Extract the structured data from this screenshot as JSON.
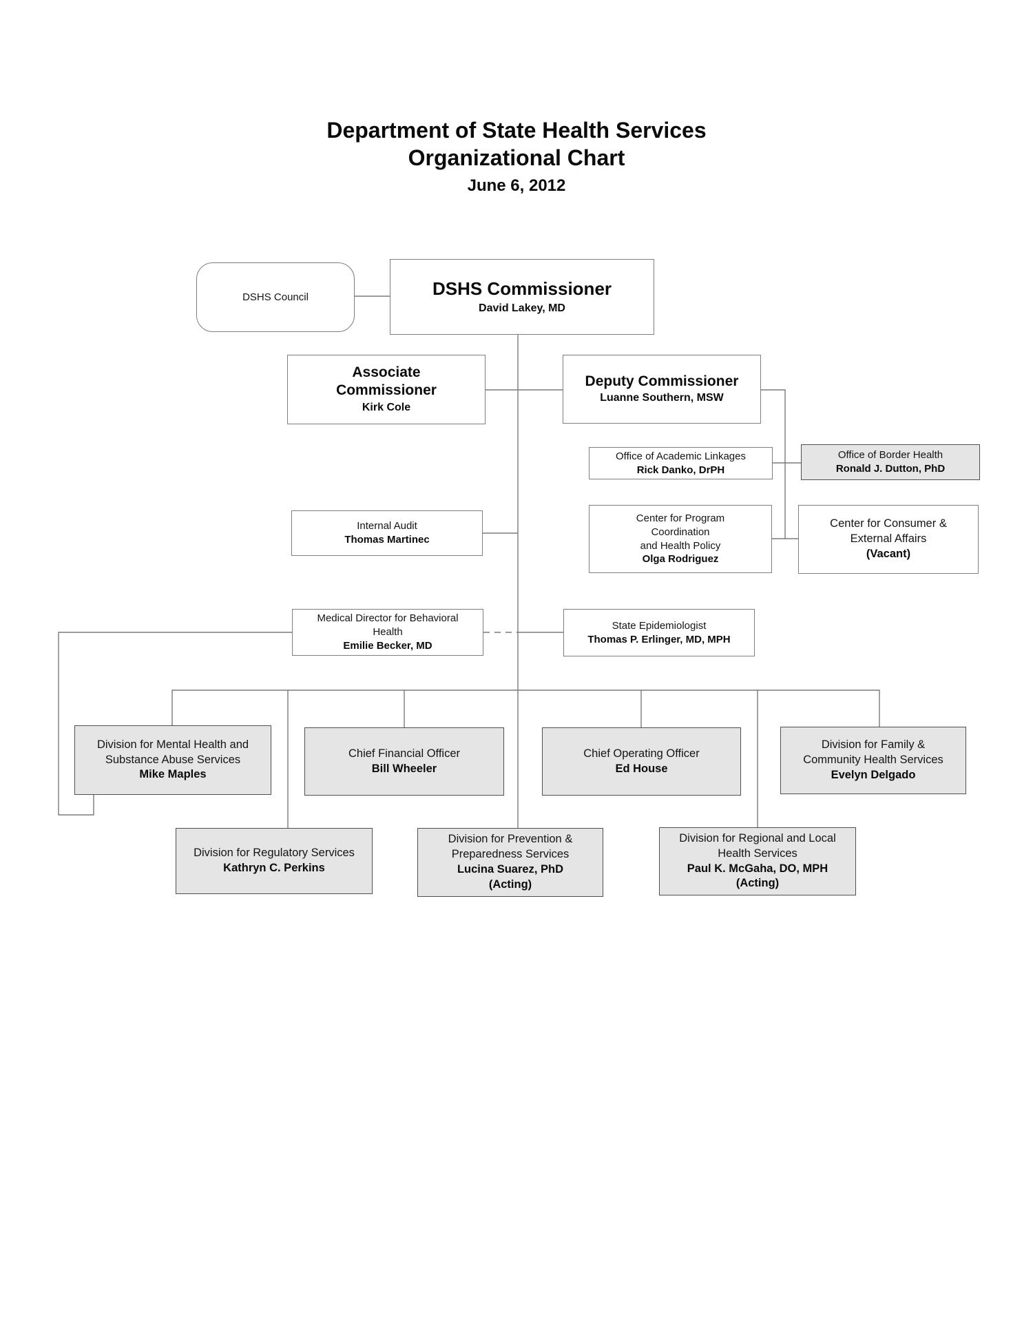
{
  "title": {
    "line1": "Department of State Health Services",
    "line2": "Organizational Chart",
    "date": "June 6, 2012"
  },
  "boxes": {
    "dshs_council": {
      "title_lines": [
        "DSHS Council"
      ]
    },
    "dshs_commissioner": {
      "title_lines": [
        "DSHS Commissioner"
      ],
      "name": "David Lakey, MD"
    },
    "associate_commissioner": {
      "title_lines": [
        "Associate",
        "Commissioner"
      ],
      "name": "Kirk Cole"
    },
    "deputy_commissioner": {
      "title_lines": [
        "Deputy Commissioner"
      ],
      "name": "Luanne Southern, MSW"
    },
    "office_academic_linkages": {
      "title_lines": [
        "Office of Academic Linkages"
      ],
      "name": "Rick Danko, DrPH"
    },
    "office_border_health": {
      "title_lines": [
        "Office of Border Health"
      ],
      "name": "Ronald J. Dutton, PhD"
    },
    "internal_audit": {
      "title_lines": [
        "Internal Audit"
      ],
      "name": "Thomas Martinec"
    },
    "center_program_coordination": {
      "title_lines": [
        "Center for Program",
        "Coordination",
        "and Health Policy"
      ],
      "name": "Olga Rodriguez"
    },
    "center_consumer_external": {
      "title_lines": [
        "Center for Consumer &",
        "External Affairs"
      ],
      "name": "(Vacant)"
    },
    "medical_director_behavioral": {
      "title_lines": [
        "Medical Director for Behavioral",
        "Health"
      ],
      "name": "Emilie Becker, MD"
    },
    "state_epidemiologist": {
      "title_lines": [
        "State Epidemiologist"
      ],
      "name": "Thomas P. Erlinger, MD, MPH"
    },
    "division_mental_health": {
      "title_lines": [
        "Division for Mental Health and",
        "Substance Abuse Services"
      ],
      "name": "Mike Maples"
    },
    "chief_financial_officer": {
      "title_lines": [
        "Chief Financial Officer"
      ],
      "name": "Bill Wheeler"
    },
    "chief_operating_officer": {
      "title_lines": [
        "Chief Operating Officer"
      ],
      "name": "Ed House"
    },
    "division_family_community": {
      "title_lines": [
        "Division for Family &",
        "Community Health Services"
      ],
      "name": "Evelyn Delgado"
    },
    "division_regulatory": {
      "title_lines": [
        "Division for Regulatory Services"
      ],
      "name": "Kathryn C. Perkins"
    },
    "division_prevention": {
      "title_lines": [
        "Division for Prevention &",
        "Preparedness Services"
      ],
      "name": "Lucina Suarez, PhD",
      "note": "(Acting)"
    },
    "division_regional_local": {
      "title_lines": [
        "Division for Regional and Local",
        "Health Services"
      ],
      "name": "Paul K. McGaha, DO, MPH",
      "note": "(Acting)"
    }
  },
  "edges": [
    {
      "from": "DSHS Council",
      "to": "DSHS Commissioner",
      "style": "solid"
    },
    {
      "from": "DSHS Commissioner",
      "to": "Associate Commissioner",
      "style": "solid"
    },
    {
      "from": "DSHS Commissioner",
      "to": "Deputy Commissioner",
      "style": "solid"
    },
    {
      "from": "Deputy Commissioner",
      "to": "Office of Academic Linkages",
      "style": "solid"
    },
    {
      "from": "Deputy Commissioner",
      "to": "Office of Border Health",
      "style": "solid"
    },
    {
      "from": "Deputy Commissioner",
      "to": "Center for Program Coordination and Health Policy",
      "style": "solid"
    },
    {
      "from": "Deputy Commissioner",
      "to": "Center for Consumer & External Affairs",
      "style": "solid"
    },
    {
      "from": "DSHS Commissioner",
      "to": "Internal Audit",
      "style": "solid"
    },
    {
      "from": "DSHS Commissioner",
      "to": "State Epidemiologist",
      "style": "solid"
    },
    {
      "from": "Medical Director for Behavioral Health",
      "to": "DSHS Commissioner",
      "style": "dashed"
    },
    {
      "from": "Medical Director for Behavioral Health",
      "to": "Division for Mental Health and Substance Abuse Services",
      "style": "solid"
    },
    {
      "from": "DSHS Commissioner",
      "to": "Division for Mental Health and Substance Abuse Services",
      "style": "solid"
    },
    {
      "from": "DSHS Commissioner",
      "to": "Division for Regulatory Services",
      "style": "solid"
    },
    {
      "from": "DSHS Commissioner",
      "to": "Chief Financial Officer",
      "style": "solid"
    },
    {
      "from": "DSHS Commissioner",
      "to": "Division for Prevention & Preparedness Services",
      "style": "solid"
    },
    {
      "from": "DSHS Commissioner",
      "to": "Chief Operating Officer",
      "style": "solid"
    },
    {
      "from": "DSHS Commissioner",
      "to": "Division for Regional and Local Health Services",
      "style": "solid"
    },
    {
      "from": "DSHS Commissioner",
      "to": "Division for Family & Community Health Services",
      "style": "solid"
    }
  ],
  "colors": {
    "box_fill_white": "#ffffff",
    "box_fill_gray": "#e5e5e5",
    "box_border": "#7e7e7e",
    "gray_box_border": "#4f4f4f",
    "connector": "#7a7a7a",
    "text": "#0b0b0b"
  }
}
